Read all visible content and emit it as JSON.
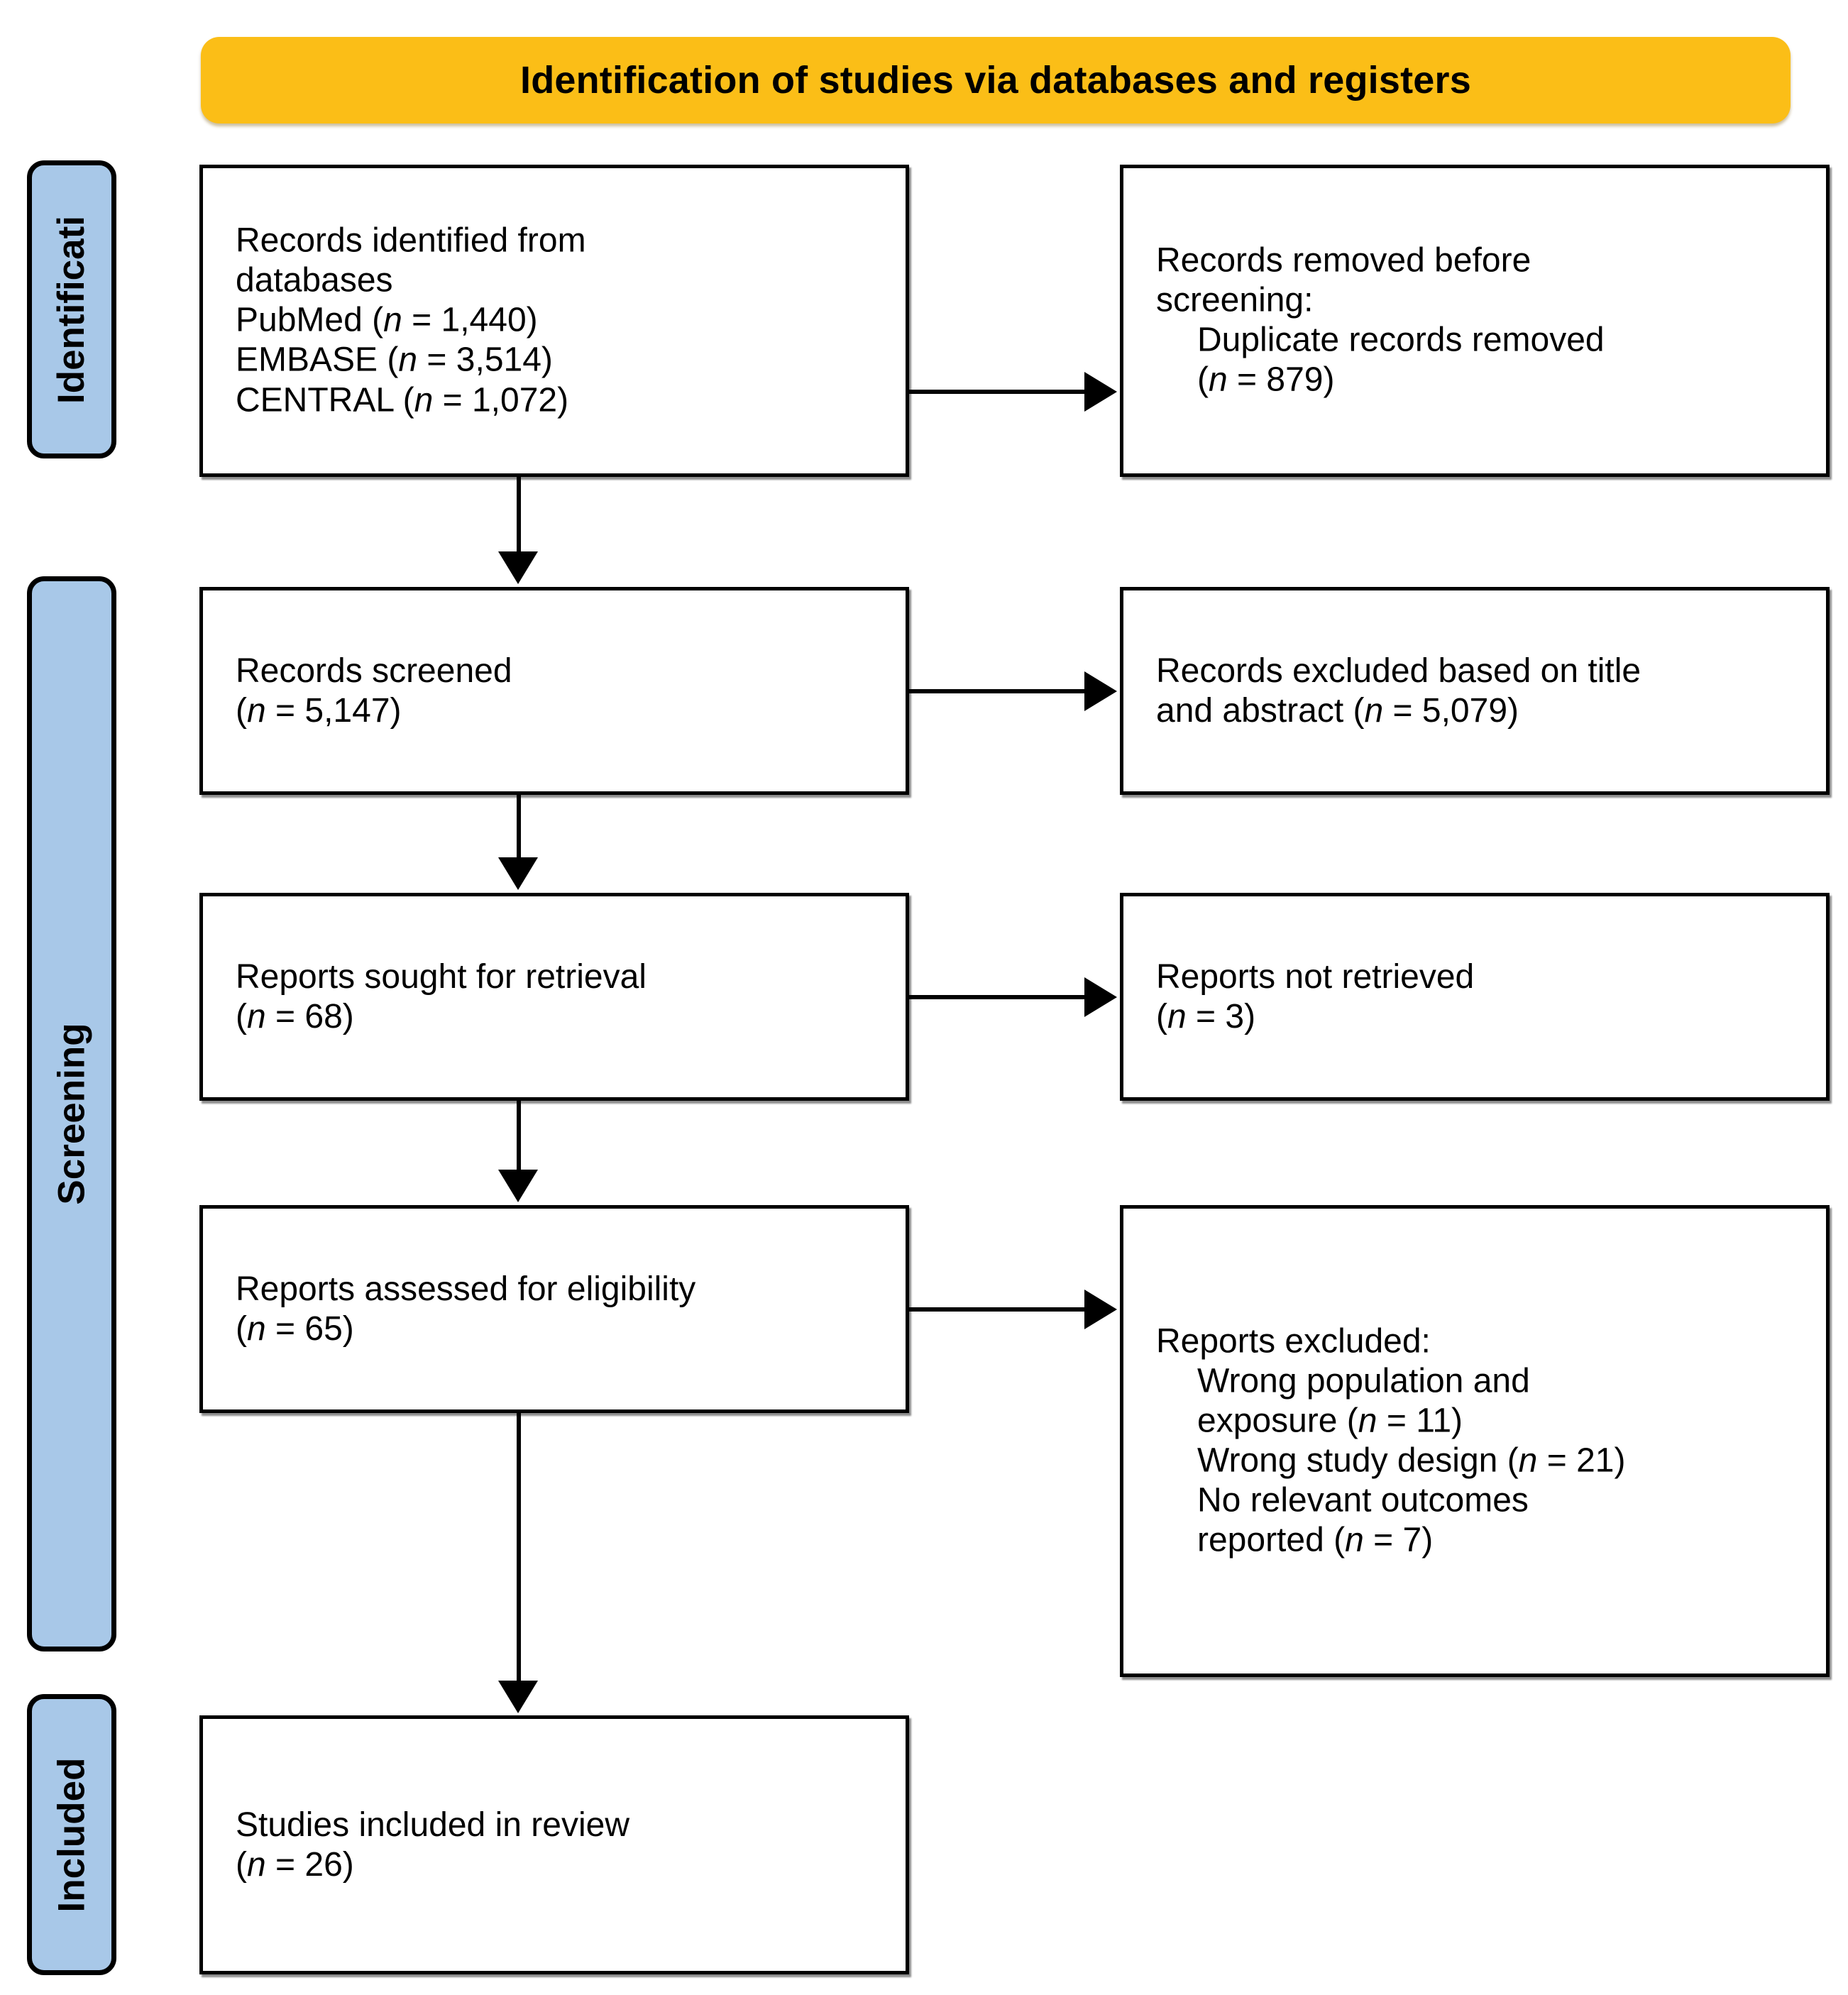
{
  "title": {
    "text": "Identification of studies via databases and registers",
    "background_color": "#FBBE17"
  },
  "stages": {
    "background_color": "#A8C8E8",
    "items": [
      {
        "id": "identification",
        "label": "Identificati"
      },
      {
        "id": "screening",
        "label": "Screening"
      },
      {
        "id": "included",
        "label": "Included"
      }
    ]
  },
  "boxes": {
    "identified": {
      "line1": "Records identified from",
      "line2": "databases",
      "line3_prefix": "PubMed (",
      "line3_n": "n",
      "line3_suffix": " = 1,440)",
      "line4_prefix": "EMBASE (",
      "line4_n": "n",
      "line4_suffix": " = 3,514)",
      "line5_prefix": "CENTRAL (",
      "line5_n": "n",
      "line5_suffix": " = 1,072)"
    },
    "removed": {
      "line1": "Records removed before",
      "line2": "screening:",
      "line3": "Duplicate records removed",
      "line4_prefix": "(",
      "line4_n": "n",
      "line4_suffix": " = 879)"
    },
    "screened": {
      "line1": "Records screened",
      "line2_prefix": "(",
      "line2_n": "n",
      "line2_suffix": " = 5,147)"
    },
    "excluded_title_abstract": {
      "line1": "Records excluded based on title",
      "line2_prefix": "and abstract (",
      "line2_n": "n",
      "line2_suffix": " = 5,079)"
    },
    "sought": {
      "line1": "Reports sought for retrieval",
      "line2_prefix": "(",
      "line2_n": "n",
      "line2_suffix": " = 68)"
    },
    "not_retrieved": {
      "line1": "Reports not retrieved",
      "line2_prefix": "(",
      "line2_n": "n",
      "line2_suffix": " = 3)"
    },
    "assessed": {
      "line1": "Reports assessed for eligibility",
      "line2_prefix": "(",
      "line2_n": "n",
      "line2_suffix": " = 65)"
    },
    "excluded_reports": {
      "line1": "Reports excluded:",
      "line2": "Wrong population and",
      "line3_prefix": "exposure (",
      "line3_n": "n",
      "line3_suffix": " = 11)",
      "line4_prefix": "Wrong study design (",
      "line4_n": "n",
      "line4_suffix": " = 21)",
      "line5": "No relevant outcomes",
      "line6_prefix": "reported (",
      "line6_n": "n",
      "line6_suffix": " = 7)"
    },
    "included": {
      "line1": "Studies included in review",
      "line2_prefix": "(",
      "line2_n": "n",
      "line2_suffix": " = 26)"
    }
  },
  "chart_data": {
    "type": "diagram",
    "title": "Identification of studies via databases and registers",
    "stages": [
      "Identification",
      "Screening",
      "Included"
    ],
    "nodes": [
      {
        "id": "identified",
        "stage": "Identification",
        "label": "Records identified from databases",
        "counts": [
          {
            "source": "PubMed",
            "n": 1440
          },
          {
            "source": "EMBASE",
            "n": 3514
          },
          {
            "source": "CENTRAL",
            "n": 1072
          }
        ]
      },
      {
        "id": "removed",
        "stage": "Identification",
        "label": "Records removed before screening: Duplicate records removed",
        "n": 879
      },
      {
        "id": "screened",
        "stage": "Screening",
        "label": "Records screened",
        "n": 5147
      },
      {
        "id": "excluded_title_abstract",
        "stage": "Screening",
        "label": "Records excluded based on title and abstract",
        "n": 5079
      },
      {
        "id": "sought",
        "stage": "Screening",
        "label": "Reports sought for retrieval",
        "n": 68
      },
      {
        "id": "not_retrieved",
        "stage": "Screening",
        "label": "Reports not retrieved",
        "n": 3
      },
      {
        "id": "assessed",
        "stage": "Screening",
        "label": "Reports assessed for eligibility",
        "n": 65
      },
      {
        "id": "excluded_reports",
        "stage": "Screening",
        "label": "Reports excluded",
        "reasons": [
          {
            "reason": "Wrong population and exposure",
            "n": 11
          },
          {
            "reason": "Wrong study design",
            "n": 21
          },
          {
            "reason": "No relevant outcomes reported",
            "n": 7
          }
        ]
      },
      {
        "id": "included",
        "stage": "Included",
        "label": "Studies included in review",
        "n": 26
      }
    ],
    "edges": [
      {
        "from": "identified",
        "to": "removed",
        "direction": "right"
      },
      {
        "from": "identified",
        "to": "screened",
        "direction": "down"
      },
      {
        "from": "screened",
        "to": "excluded_title_abstract",
        "direction": "right"
      },
      {
        "from": "screened",
        "to": "sought",
        "direction": "down"
      },
      {
        "from": "sought",
        "to": "not_retrieved",
        "direction": "right"
      },
      {
        "from": "sought",
        "to": "assessed",
        "direction": "down"
      },
      {
        "from": "assessed",
        "to": "excluded_reports",
        "direction": "right"
      },
      {
        "from": "assessed",
        "to": "included",
        "direction": "down"
      }
    ]
  }
}
